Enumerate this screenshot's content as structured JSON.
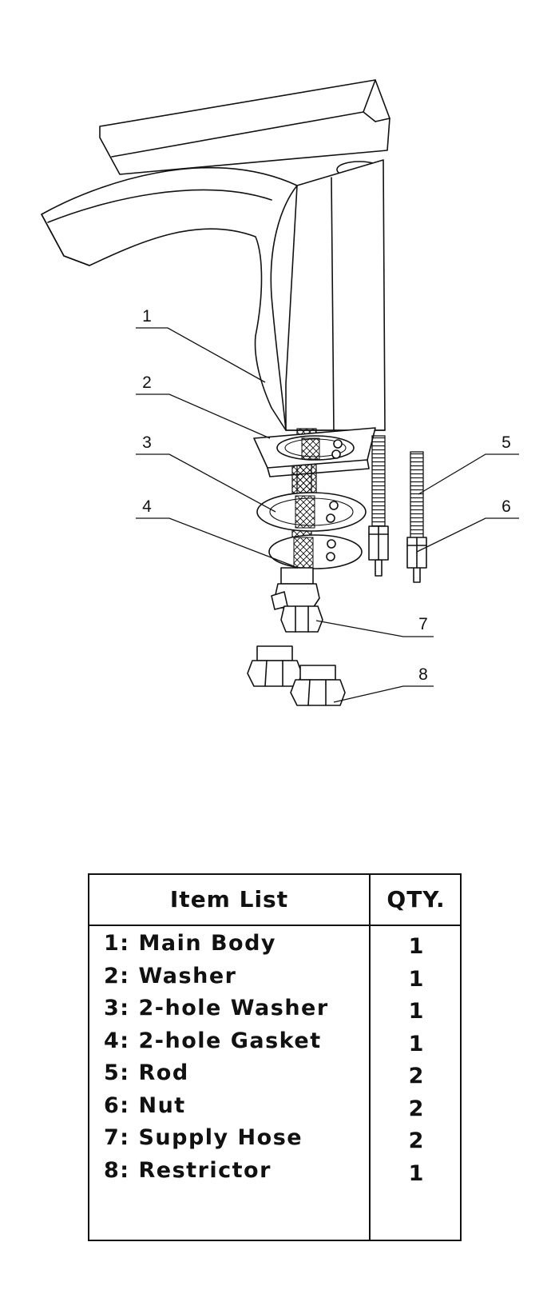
{
  "callouts": [
    "1",
    "2",
    "3",
    "4",
    "5",
    "6",
    "7",
    "8"
  ],
  "table": {
    "header_item": "Item List",
    "header_qty": "QTY.",
    "rows": [
      {
        "name": "1: Main Body",
        "qty": "1"
      },
      {
        "name": "2: Washer",
        "qty": "1"
      },
      {
        "name": "3: 2-hole Washer",
        "qty": "1"
      },
      {
        "name": "4: 2-hole Gasket",
        "qty": "1"
      },
      {
        "name": "5: Rod",
        "qty": "2"
      },
      {
        "name": "6: Nut",
        "qty": "2"
      },
      {
        "name": "7: Supply Hose",
        "qty": "2"
      },
      {
        "name": "8: Restrictor",
        "qty": "1"
      }
    ]
  }
}
